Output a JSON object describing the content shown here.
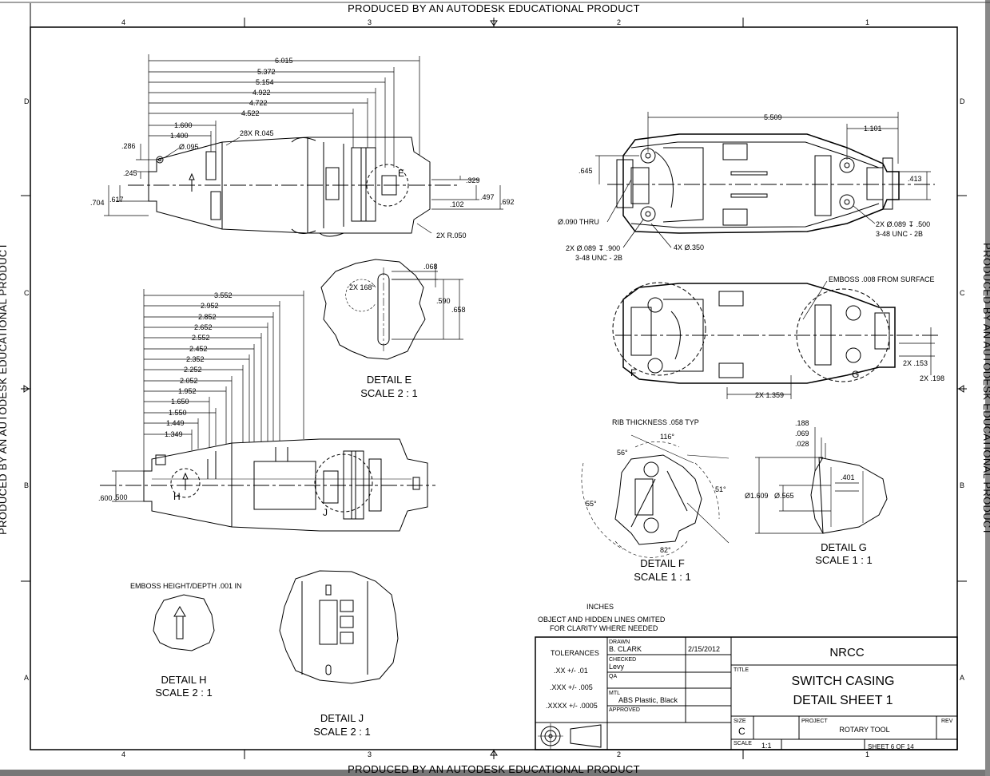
{
  "watermark": "PRODUCED BY AN AUTODESK EDUCATIONAL PRODUCT",
  "border": {
    "zones_top": [
      "4",
      "3",
      "2",
      "1"
    ],
    "zones_side": [
      "D",
      "C",
      "B",
      "A"
    ]
  },
  "view_top_left": {
    "dims": [
      "6.015",
      "5.372",
      "5.154",
      "4.922",
      "4.722",
      "4.522",
      "1.600",
      "1.400",
      "28X R.045",
      ".286",
      "Ø.095",
      ".245",
      ".704",
      ".617",
      ".329",
      ".497",
      ".692",
      ".102",
      "2X R.050"
    ],
    "callout": "E"
  },
  "view_top_right": {
    "dims": [
      "5.509",
      "1.101",
      ".645",
      ".413",
      "Ø.090 THRU",
      "2X Ø.089 ↧ .900",
      "3-48 UNC - 2B",
      "4X Ø.350",
      "2X Ø.089 ↧ .500",
      "3-48 UNC - 2B"
    ]
  },
  "view_mid_right": {
    "note": "EMBOSS .008 FROM SURFACE",
    "dims": [
      "2X .153",
      "2X .198",
      "2X 1.359"
    ],
    "callouts": [
      "F",
      "G"
    ]
  },
  "view_mid_left": {
    "dims": [
      "3.552",
      "2.952",
      "2.852",
      "2.652",
      "2.552",
      "2.452",
      "2.352",
      "2.252",
      "2.052",
      "1.952",
      "1.650",
      "1.550",
      "1.449",
      "1.349",
      ".600",
      ".500"
    ],
    "callouts": [
      "H",
      "J"
    ]
  },
  "detail_e": {
    "title": "DETAIL  E",
    "scale": "SCALE 2 : 1",
    "dims": [
      ".068",
      "2X 168°",
      ".590",
      ".658"
    ]
  },
  "detail_f": {
    "title": "DETAIL  F",
    "scale": "SCALE 1 : 1",
    "note": "RIB THICKNESS .058 TYP",
    "dims": [
      "116°",
      "56°",
      "55°",
      "51°",
      "82°"
    ]
  },
  "detail_g": {
    "title": "DETAIL  G",
    "scale": "SCALE 1 : 1",
    "dims": [
      ".188",
      ".069",
      ".028",
      ".401",
      "Ø1.609",
      "Ø.565"
    ]
  },
  "detail_h": {
    "title": "DETAIL  H",
    "scale": "SCALE 2 : 1",
    "note": "EMBOSS HEIGHT/DEPTH .001 IN"
  },
  "detail_j": {
    "title": "DETAIL  J",
    "scale": "SCALE 2 : 1"
  },
  "notes": {
    "units": "INCHES",
    "line1": "OBJECT AND HIDDEN LINES OMITED",
    "line2": "FOR CLARITY WHERE NEEDED"
  },
  "title_block": {
    "tolerances_label": "TOLERANCES",
    "tol_xx": ".XX +/- .01",
    "tol_xxx": ".XXX +/- .005",
    "tol_xxxx": ".XXXX +/- .0005",
    "drawn_label": "DRAWN",
    "drawn_by": "B. CLARK",
    "drawn_date": "2/15/2012",
    "checked_label": "CHECKED",
    "checked_by": "Levy",
    "qa_label": "QA",
    "mtl_label": "MTL",
    "material": "ABS Plastic, Black",
    "approved_label": "APPROVED",
    "company": "NRCC",
    "title_label": "TITLE",
    "title_line1": "SWITCH CASING",
    "title_line2": "DETAIL SHEET 1",
    "size_label": "SIZE",
    "size": "C",
    "project_label": "PROJECT",
    "project": "ROTARY TOOL",
    "rev_label": "REV",
    "scale_label": "SCALE",
    "scale": "1:1",
    "sheet": "SHEET 6  OF 14"
  }
}
